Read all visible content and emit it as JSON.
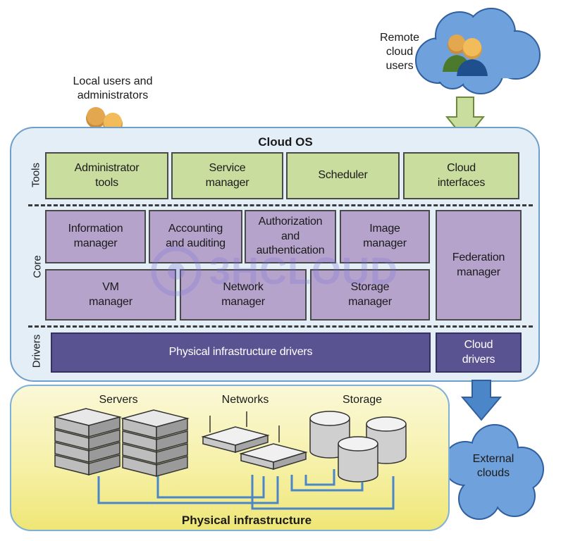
{
  "users": {
    "local": "Local users and\nadministrators",
    "remote": "Remote\ncloud\nusers"
  },
  "cloud_os": {
    "title": "Cloud OS",
    "tools_label": "Tools",
    "core_label": "Core",
    "drivers_label": "Drivers",
    "tools": [
      "Administrator\ntools",
      "Service\nmanager",
      "Scheduler",
      "Cloud\ninterfaces"
    ],
    "core": {
      "information": "Information\nmanager",
      "accounting": "Accounting\nand auditing",
      "authorization": "Authorization\nand\nauthentication",
      "image": "Image\nmanager",
      "federation": "Federation\nmanager",
      "vm": "VM\nmanager",
      "network": "Network\nmanager",
      "storage": "Storage\nmanager"
    },
    "drivers": {
      "physical": "Physical infrastructure drivers",
      "cloud": "Cloud\ndrivers"
    }
  },
  "watermark": "3HCLOUD",
  "external": "External\nclouds",
  "physical": {
    "title": "Physical infrastructure",
    "servers": "Servers",
    "networks": "Networks",
    "storage": "Storage"
  },
  "colors": {
    "tools": "#c9dd9e",
    "core": "#b6a3cc",
    "drivers": "#5a5391",
    "cloud_os_bg": "#e3eef7",
    "physical_bg": "#f6f1a8",
    "arrow_green": "#c9dd9e",
    "arrow_blue": "#4a86c8",
    "cloud_blue": "#6fa2dc"
  }
}
